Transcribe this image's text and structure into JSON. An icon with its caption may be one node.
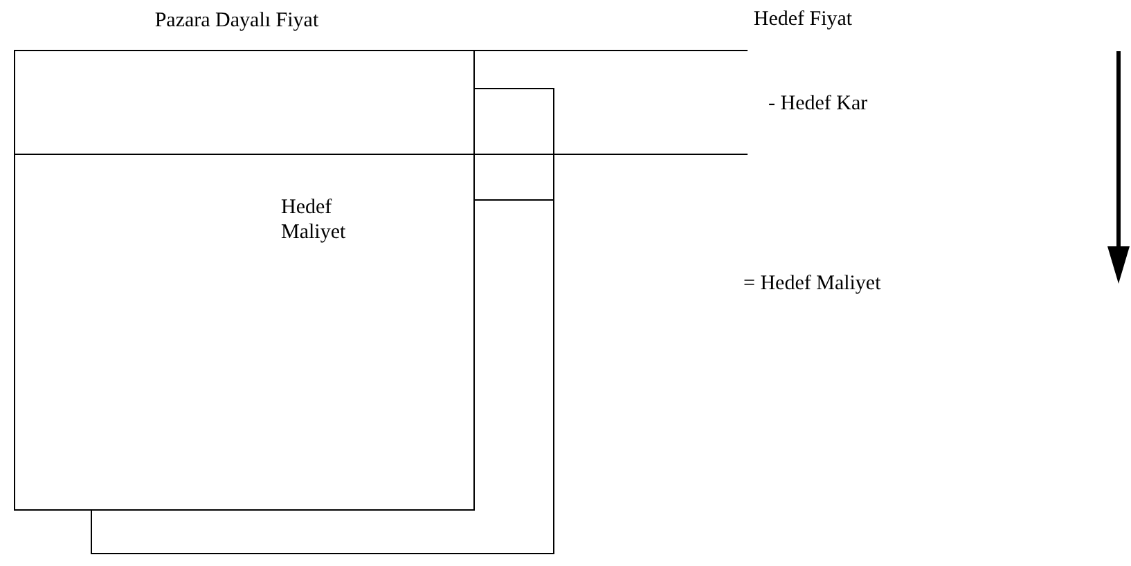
{
  "diagram": {
    "nodes": [
      {
        "text": [
          "Pazara Dayalı Fiyat",
          "Hedef Maliyet"
        ]
      },
      {
        "text": [],
        "shape": "box"
      }
    ],
    "labels": [
      "Hedef Fiyat",
      "- Hedef Kar",
      "= Hedef Maliyet"
    ]
  }
}
